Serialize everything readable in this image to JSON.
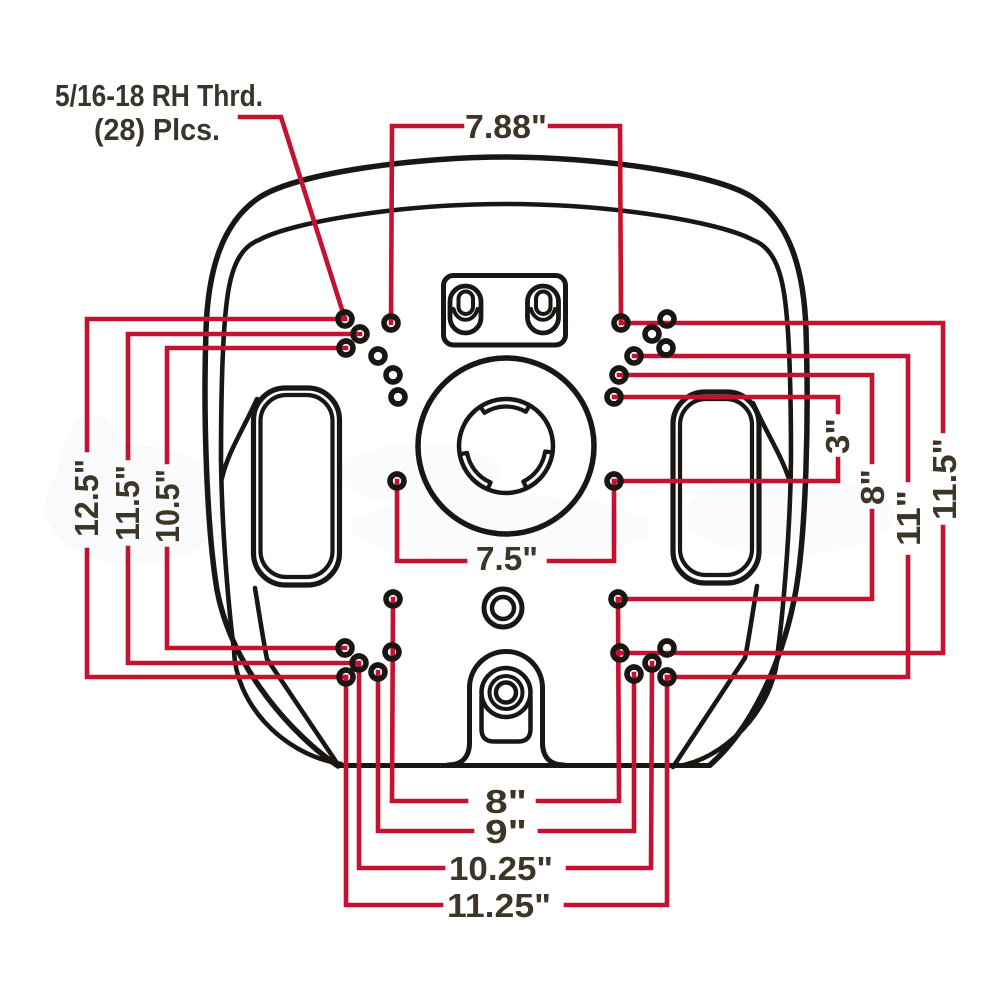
{
  "diagram": {
    "description": "Seat base bolt-hole mounting pattern dimensional drawing",
    "note": {
      "line1": "5/16-18 RH Thrd.",
      "line2": "(28) Plcs."
    },
    "dimensions": {
      "top_width": "7.88\"",
      "left": [
        "12.5\"",
        "11.5\"",
        "10.5\""
      ],
      "right": [
        "3\"",
        "8\"",
        "11\"",
        "11.5\""
      ],
      "center_width": "7.5\"",
      "bottom": [
        "8\"",
        "9\"",
        "10.25\"",
        "11.25\""
      ]
    },
    "hole_count": 28,
    "colors": {
      "dimension_red": "#c41230",
      "line_black": "#191613",
      "label_color": "#3d3527",
      "background": "#ffffff",
      "watermark": "#d7e2ee"
    }
  }
}
